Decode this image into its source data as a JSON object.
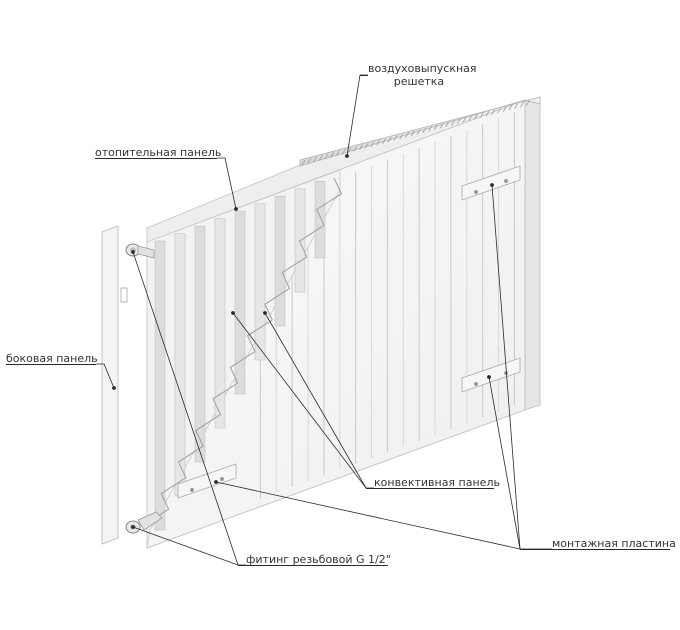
{
  "labels": {
    "air_grille_line1": "воздуховыпускная",
    "air_grille_line2": "решетка",
    "heating_panel": "отопительная панель",
    "side_panel": "боковая панель",
    "convective_panel": "конвективная панель",
    "mounting_plate": "монтажная пластина",
    "fitting": "фитинг резьбовой G 1/2\""
  },
  "colors": {
    "leader": "#2a2a2a",
    "outline": "#b8b8b8",
    "panel_face": "#f7f7f7",
    "panel_shadow": "#e4e4e4",
    "fin_dark": "#d9d9d9"
  }
}
